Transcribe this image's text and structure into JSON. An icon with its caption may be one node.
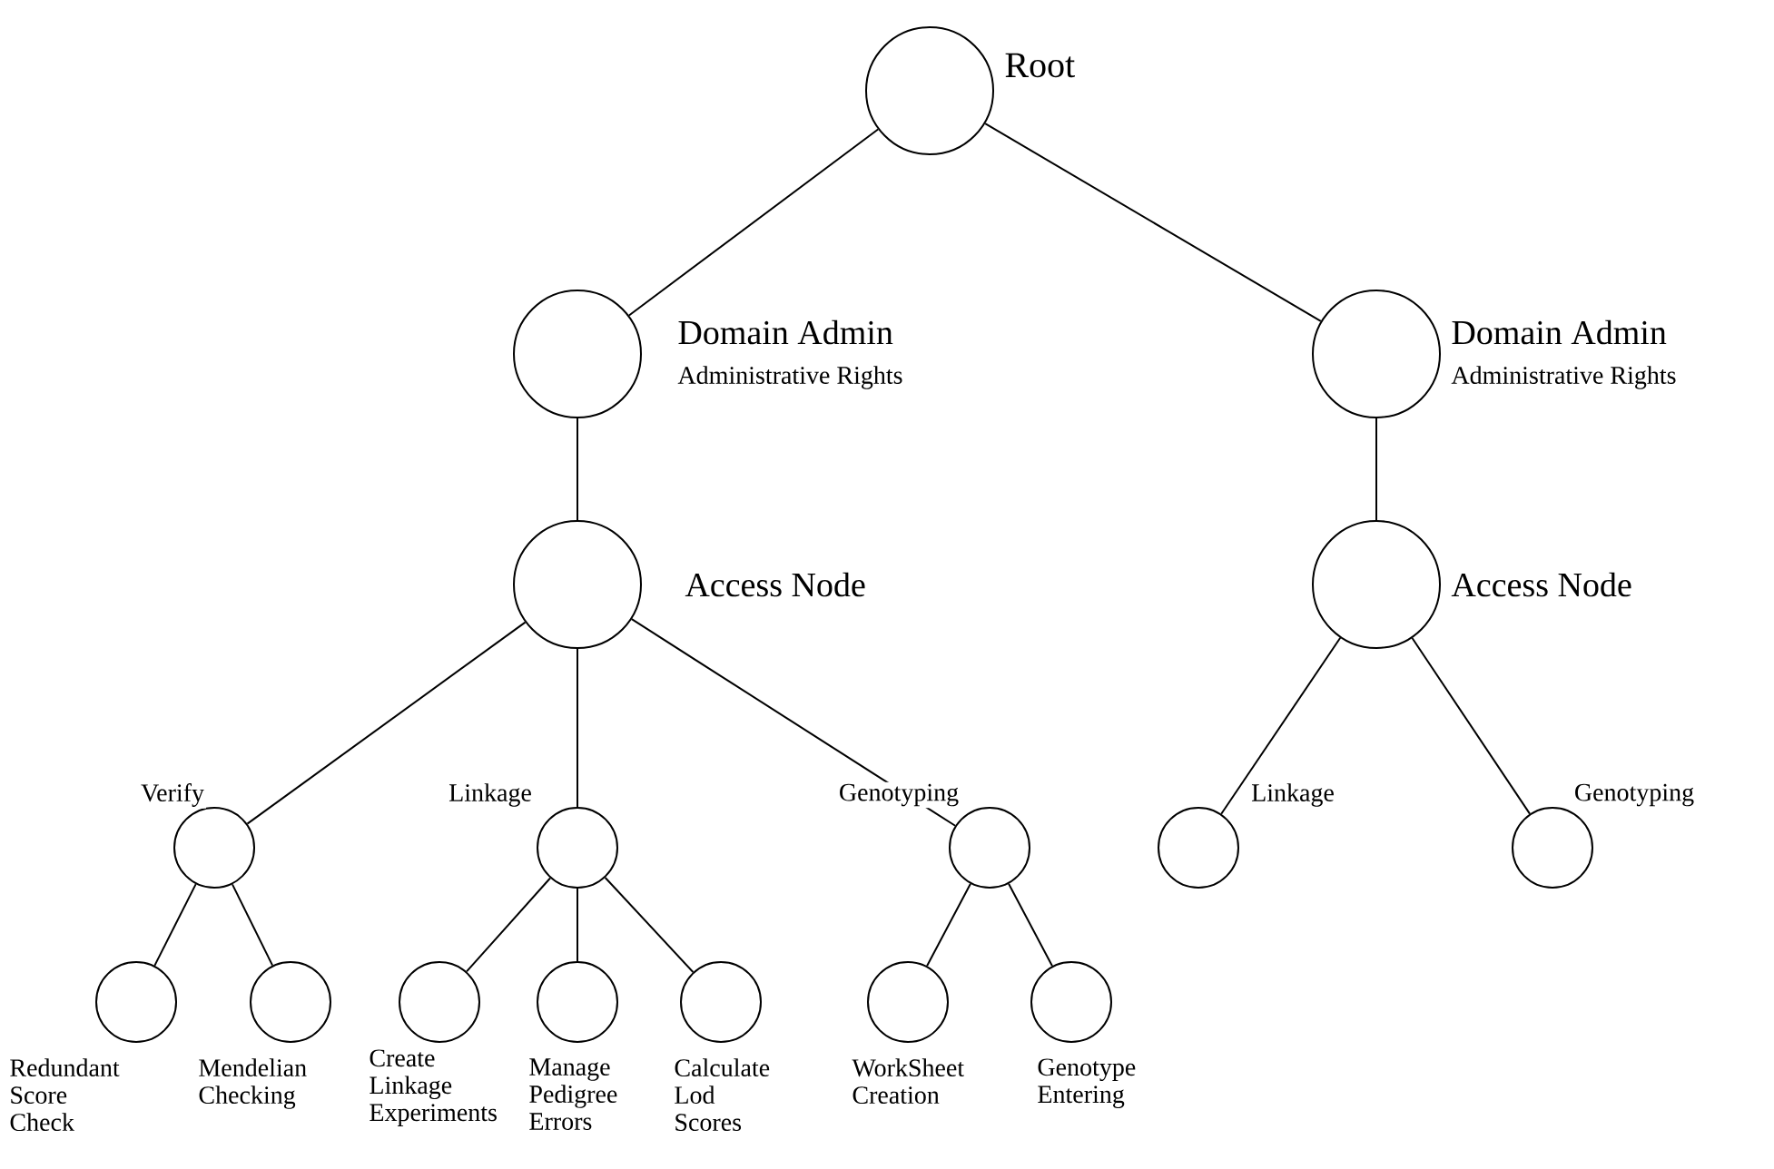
{
  "diagram": {
    "nodes": [
      {
        "text": [],
        "shape": "circle",
        "beside": [
          "Root"
        ]
      },
      {
        "text": [],
        "shape": "circle",
        "beside": [
          "Domain Admin",
          "Administrative Rights"
        ]
      },
      {
        "text": [],
        "shape": "circle",
        "beside": [
          "Domain Admin",
          "Administrative Rights"
        ]
      },
      {
        "text": [],
        "shape": "circle",
        "beside": [
          "Access Node"
        ]
      },
      {
        "text": [],
        "shape": "circle",
        "beside": [
          "Access Node"
        ]
      },
      {
        "text": [],
        "shape": "circle",
        "beside": [
          "Verify"
        ]
      },
      {
        "text": [],
        "shape": "circle",
        "beside": [
          "Linkage"
        ]
      },
      {
        "text": [],
        "shape": "circle",
        "beside": [
          "Genotyping"
        ]
      },
      {
        "text": [],
        "shape": "circle",
        "beside": [
          "Linkage"
        ]
      },
      {
        "text": [],
        "shape": "circle",
        "beside": [
          "Genotyping"
        ]
      },
      {
        "text": [],
        "shape": "circle",
        "beside": [
          "Redundant Score Check"
        ]
      },
      {
        "text": [],
        "shape": "circle",
        "beside": [
          "Mendelian Checking"
        ]
      },
      {
        "text": [],
        "shape": "circle",
        "beside": [
          "Create Linkage Experiments"
        ]
      },
      {
        "text": [],
        "shape": "circle",
        "beside": [
          "Manage Pedigree Errors"
        ]
      },
      {
        "text": [],
        "shape": "circle",
        "beside": [
          "Calculate Lod Scores"
        ]
      },
      {
        "text": [],
        "shape": "circle",
        "beside": [
          "WorkSheet Creation"
        ]
      },
      {
        "text": [],
        "shape": "circle",
        "beside": [
          "Genotype Entering"
        ]
      }
    ],
    "edges": [
      {
        "from": 0,
        "to": 1,
        "arrow": "none"
      },
      {
        "from": 0,
        "to": 2,
        "arrow": "none"
      },
      {
        "from": 1,
        "to": 3,
        "arrow": "none"
      },
      {
        "from": 2,
        "to": 4,
        "arrow": "none"
      },
      {
        "from": 3,
        "to": 5,
        "arrow": "none"
      },
      {
        "from": 3,
        "to": 6,
        "arrow": "none"
      },
      {
        "from": 3,
        "to": 7,
        "arrow": "none"
      },
      {
        "from": 4,
        "to": 8,
        "arrow": "none"
      },
      {
        "from": 4,
        "to": 9,
        "arrow": "none"
      },
      {
        "from": 5,
        "to": 10,
        "arrow": "none"
      },
      {
        "from": 5,
        "to": 11,
        "arrow": "none"
      },
      {
        "from": 6,
        "to": 12,
        "arrow": "none"
      },
      {
        "from": 6,
        "to": 13,
        "arrow": "none"
      },
      {
        "from": 6,
        "to": 14,
        "arrow": "none"
      },
      {
        "from": 7,
        "to": 15,
        "arrow": "none"
      },
      {
        "from": 7,
        "to": 16,
        "arrow": "none"
      }
    ]
  }
}
